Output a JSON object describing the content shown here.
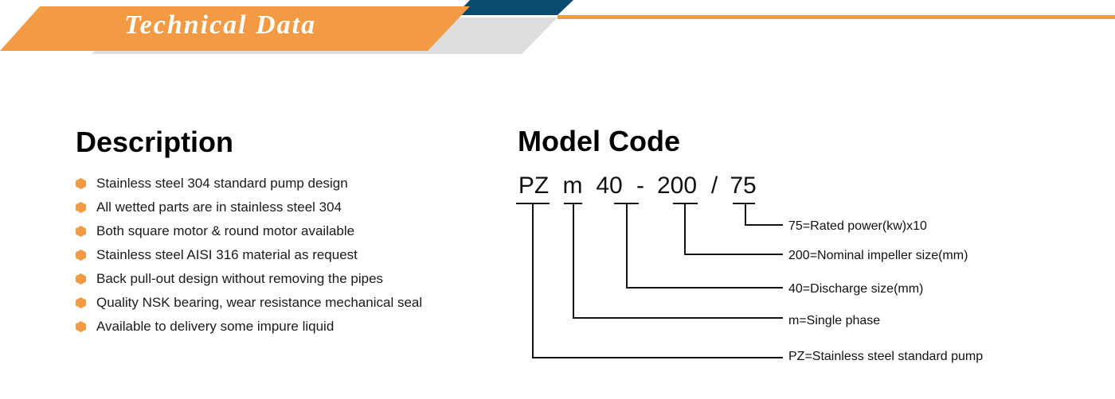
{
  "banner": {
    "title": "Technical Data",
    "colors": {
      "orange": "#F39A45",
      "navy": "#0B4A6F",
      "gray": "#DEDEDE"
    }
  },
  "description": {
    "title": "Description",
    "bullet_icon": "orange-hexagon-icon",
    "items": [
      "Stainless steel 304 standard pump design",
      "All wetted parts are in stainless steel 304",
      "Both square motor & round motor available",
      "Stainless steel AISI 316 material as request",
      "Back pull-out design without removing the pipes",
      "Quality NSK bearing, wear resistance mechanical seal",
      "Available to delivery some impure liquid"
    ]
  },
  "model_code": {
    "title": "Model Code",
    "parts": [
      "PZ",
      "m",
      "40",
      "-",
      "200",
      "/",
      "75"
    ],
    "legend": [
      "75=Rated power(kw)x10",
      "200=Nominal impeller size(mm)",
      "40=Discharge size(mm)",
      "m=Single phase",
      "PZ=Stainless steel standard pump"
    ]
  }
}
